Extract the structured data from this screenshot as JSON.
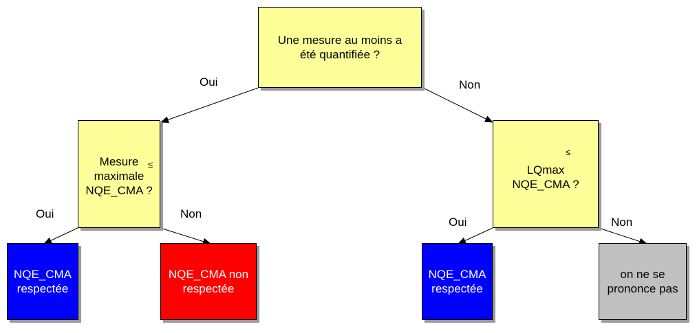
{
  "root": {
    "line1": "Une mesure au moins a",
    "line2": "été quantifiée ?"
  },
  "left_decision": {
    "line1": "Mesure",
    "line2": "maximale",
    "line3": "NQE_CMA ?",
    "le_symbol": "≤"
  },
  "right_decision": {
    "line1": "LQmax",
    "line2": "NQE_CMA ?",
    "le_symbol": "≤"
  },
  "edges": {
    "root_yes": "Oui",
    "root_no": "Non",
    "left_yes": "Oui",
    "left_no": "Non",
    "right_yes": "Oui",
    "right_no": "Non"
  },
  "outcomes": {
    "ll": {
      "line1": "NQE_CMA",
      "line2": "respectée"
    },
    "lr": {
      "line1": "NQE_CMA non",
      "line2": "respectée"
    },
    "rl": {
      "line1": "NQE_CMA",
      "line2": "respectée"
    },
    "rr": {
      "line1": "on ne se",
      "line2": "prononce pas"
    }
  },
  "colors": {
    "decision_fill": "#ffff99",
    "respected": "#0000ff",
    "not_respected": "#ff0000",
    "no_opinion": "#c0c0c0"
  }
}
